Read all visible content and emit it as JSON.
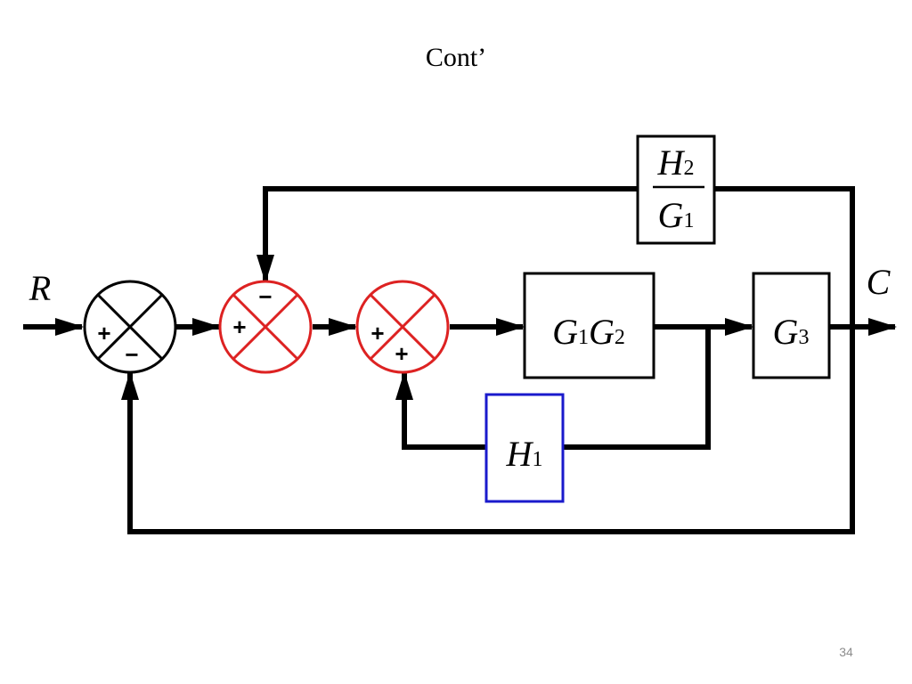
{
  "slide": {
    "title": "Cont’",
    "page_number": "34"
  },
  "signals": {
    "input": "R",
    "output": "C"
  },
  "blocks": {
    "g1g2": {
      "parts": [
        "G",
        "1",
        "G",
        "2"
      ],
      "border_color": "#000000"
    },
    "g3": {
      "parts": [
        "G",
        "3"
      ],
      "border_color": "#000000"
    },
    "h1": {
      "parts": [
        "H",
        "1"
      ],
      "border_color": "#1a1acc"
    },
    "h2_over_g1": {
      "numerator": [
        "H",
        "2"
      ],
      "denominator": [
        "G",
        "1"
      ],
      "border_color": "#000000"
    }
  },
  "summing_junctions": [
    {
      "name": "sum-1",
      "color": "#000000",
      "signs": [
        "+",
        "−"
      ]
    },
    {
      "name": "sum-2",
      "color": "#dd2222",
      "signs": [
        "+",
        "−"
      ]
    },
    {
      "name": "sum-3",
      "color": "#dd2222",
      "signs": [
        "+",
        "+"
      ]
    }
  ]
}
